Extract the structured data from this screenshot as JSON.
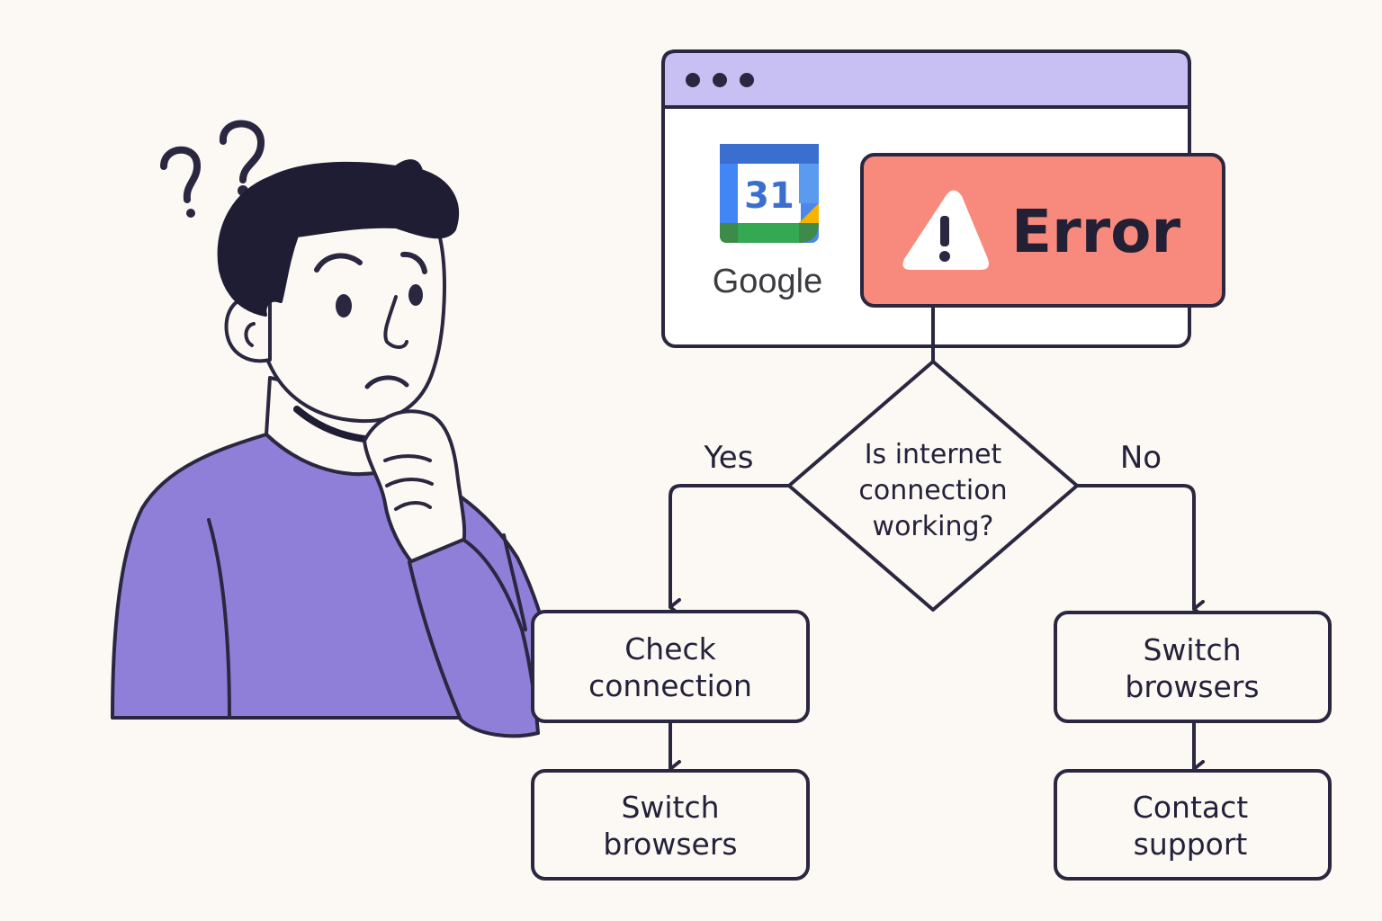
{
  "colors": {
    "background": "#fcf9f4",
    "outline": "#2b2740",
    "browser_titlebar": "#c8c0f3",
    "error_banner": "#f78a7c",
    "sweater": "#8f7fd8",
    "hair": "#1f1d33"
  },
  "icons": {
    "calendar": "google-calendar-icon",
    "warning": "warning-triangle-icon",
    "question_marks": "question-marks-icon"
  },
  "browser": {
    "calendar_day": "31",
    "brand_label": "Google",
    "error_label": "Error"
  },
  "flowchart": {
    "decision": {
      "line1": "Is internet",
      "line2": "connection",
      "line3": "working?"
    },
    "yes_label": "Yes",
    "no_label": "No",
    "yes_branch": [
      {
        "line1": "Check",
        "line2": "connection"
      },
      {
        "line1": "Switch",
        "line2": "browsers"
      }
    ],
    "no_branch": [
      {
        "line1": "Switch",
        "line2": "browsers"
      },
      {
        "line1": "Contact",
        "line2": "support"
      }
    ]
  }
}
